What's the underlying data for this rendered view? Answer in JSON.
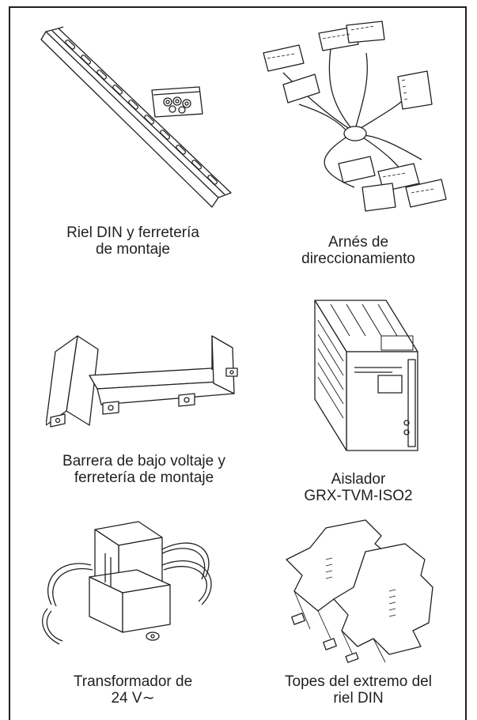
{
  "items": [
    {
      "illustration": "din-rail-icon",
      "caption": [
        "Riel DIN y ferretería",
        "de montaje"
      ]
    },
    {
      "illustration": "addressing-harness-icon",
      "caption": [
        "Arnés de",
        "direccionamiento"
      ]
    },
    {
      "illustration": "low-voltage-barrier-icon",
      "caption": [
        "Barrera de bajo voltaje y",
        "ferretería de montaje"
      ]
    },
    {
      "illustration": "isolator-module-icon",
      "caption": [
        "Aislador",
        "GRX-TVM-ISO2"
      ]
    },
    {
      "illustration": "transformer-icon",
      "caption": [
        "Transformador de",
        "24 V∼"
      ]
    },
    {
      "illustration": "din-rail-end-stops-icon",
      "caption": [
        "Topes del extremo del",
        "riel DIN"
      ]
    }
  ]
}
